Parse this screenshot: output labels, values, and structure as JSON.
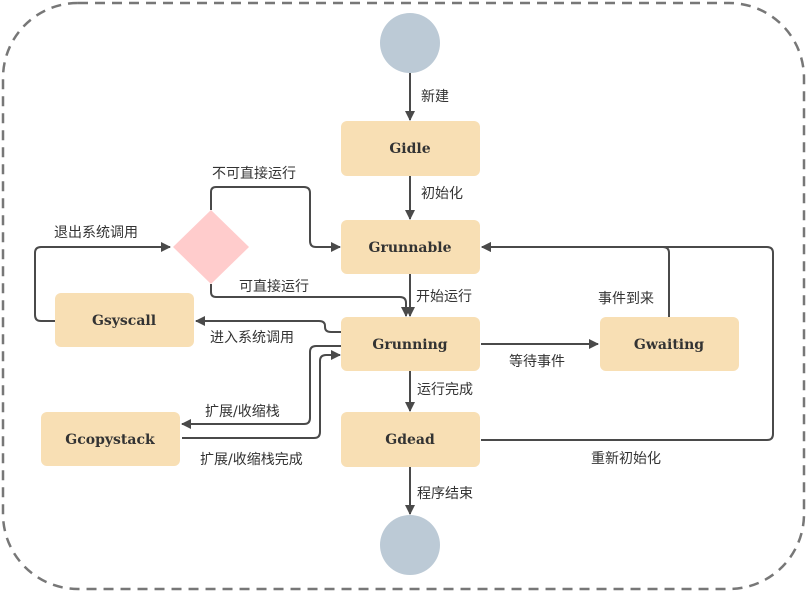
{
  "states": {
    "gidle": "Gidle",
    "grunnable": "Grunnable",
    "grunning": "Grunning",
    "gsyscall": "Gsyscall",
    "gwaiting": "Gwaiting",
    "gcopystack": "Gcopystack",
    "gdead": "Gdead"
  },
  "transitions": {
    "create": "新建",
    "init": "初始化",
    "start_run": "开始运行",
    "cannot_run_directly": "不可直接运行",
    "can_run_directly": "可直接运行",
    "exit_syscall": "退出系统调用",
    "enter_syscall": "进入系统调用",
    "wait_event": "等待事件",
    "event_arrived": "事件到来",
    "grow_shrink_stack": "扩展/收缩栈",
    "grow_shrink_stack_done": "扩展/收缩栈完成",
    "run_complete": "运行完成",
    "reinit": "重新初始化",
    "program_end": "程序结束"
  },
  "colors": {
    "state_fill": "#f8dfb4",
    "terminal_fill": "#bccad6",
    "decision_fill": "#ffcccc",
    "edge": "#4a4a4a"
  }
}
